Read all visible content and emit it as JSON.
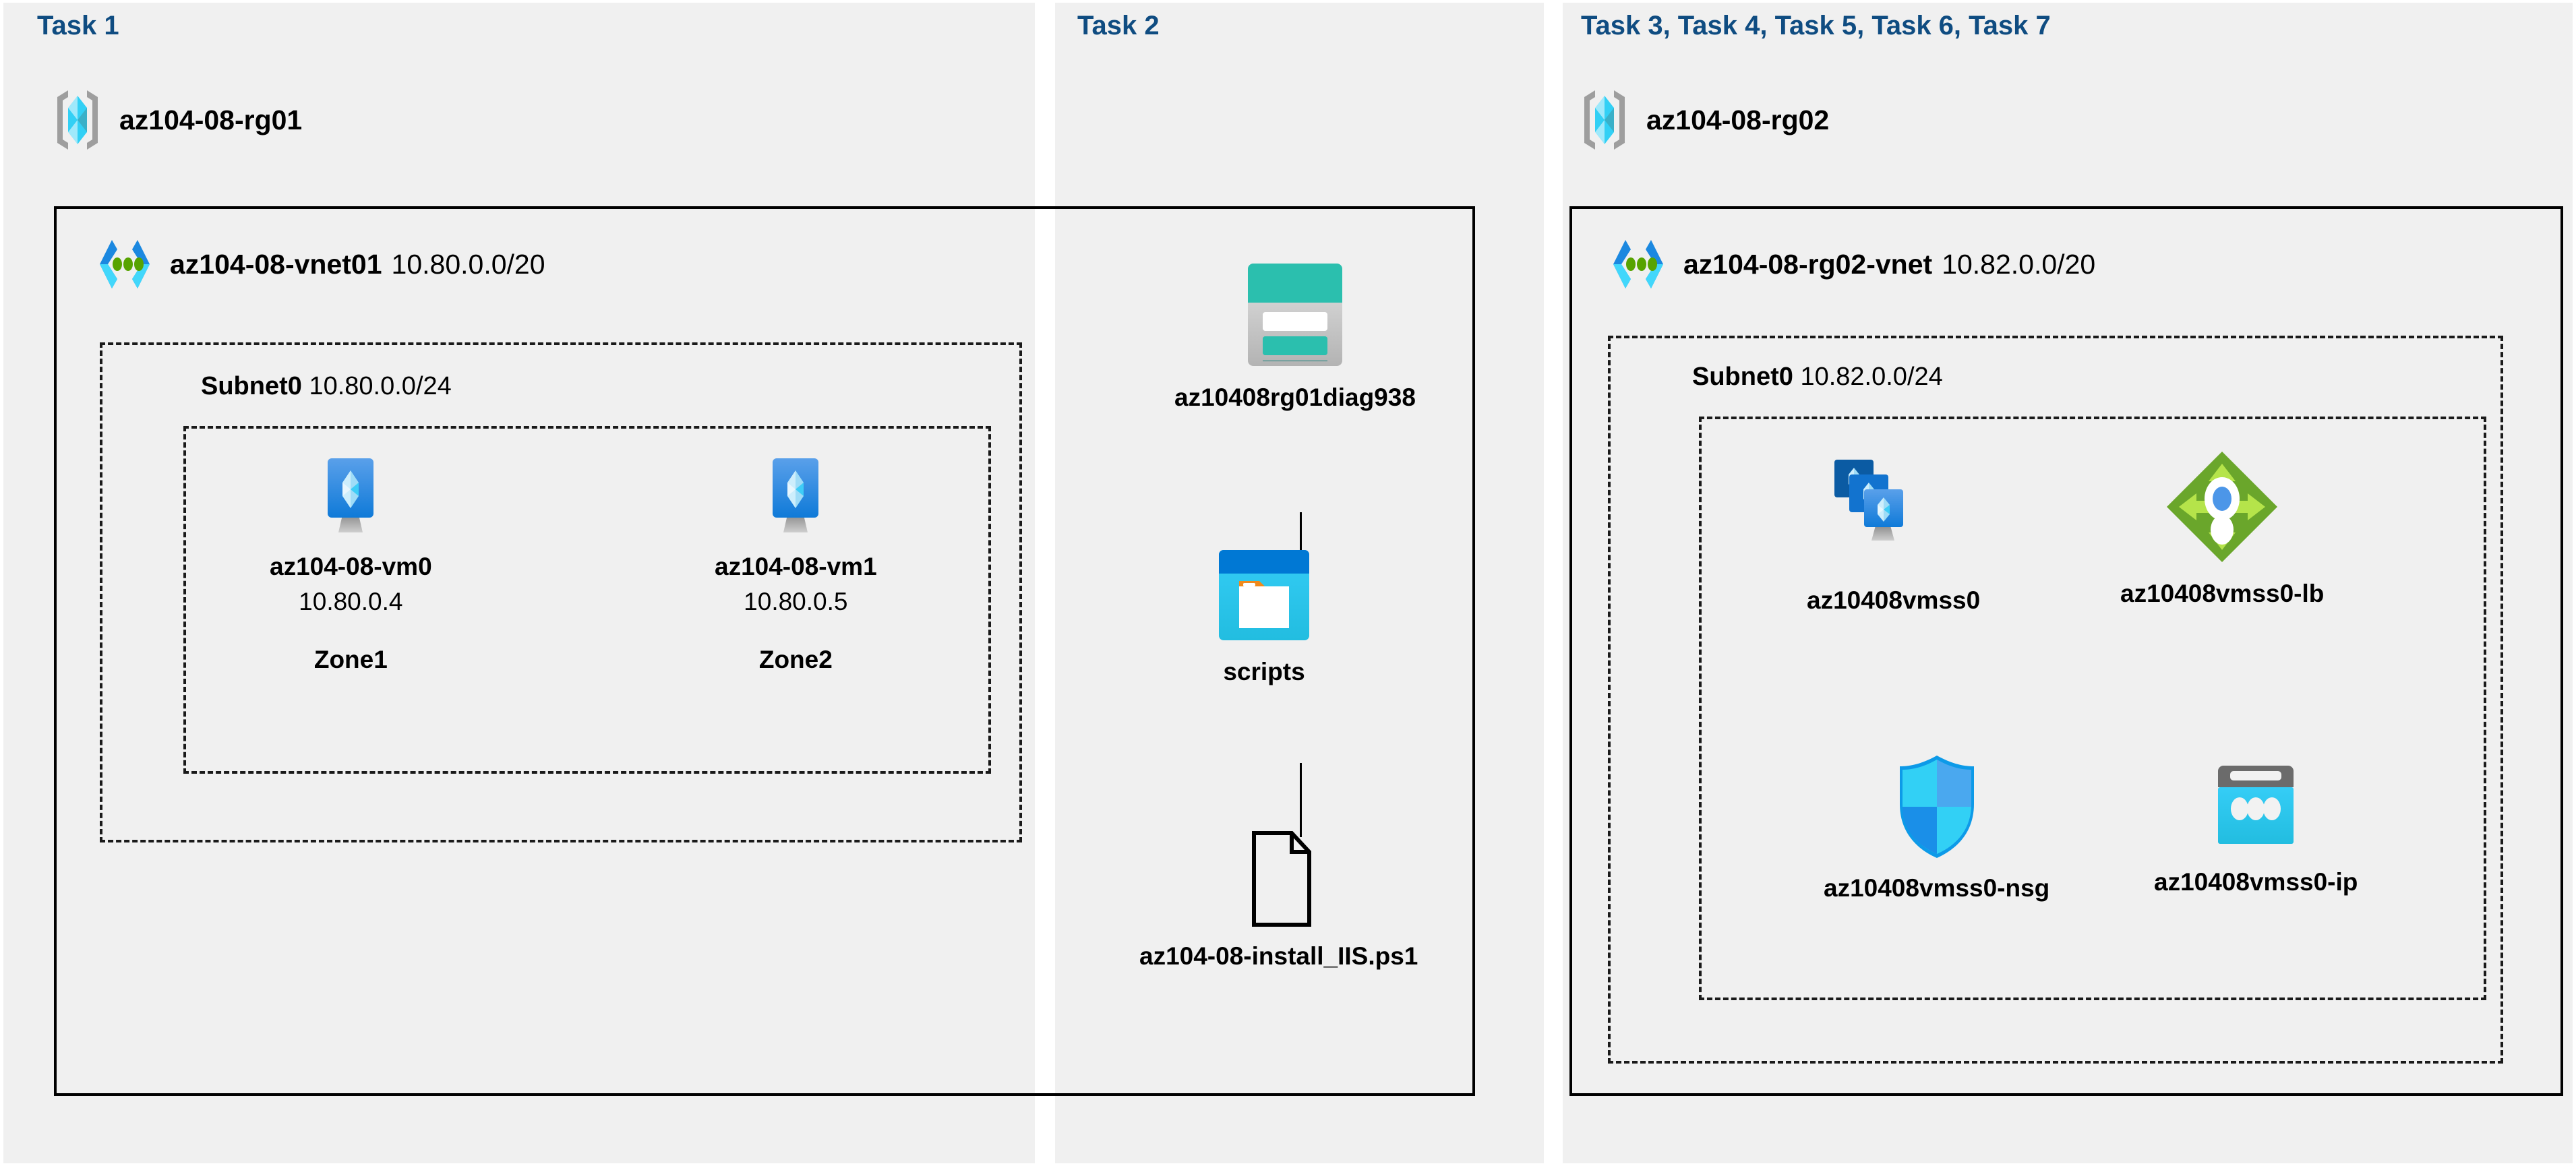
{
  "tasks": {
    "left_title": "Task 1",
    "mid_title": "Task 2",
    "right_title": "Task 3, Task 4, Task 5, Task 6, Task 7"
  },
  "colors": {
    "panel_background": "#f0f0f0",
    "task_title": "#0f4c81",
    "border": "#000000",
    "vm_blue": "#2f7fd8",
    "vmss_dark": "#0b5ba3",
    "storage_teal": "#2bbfae",
    "blob_blue": "#0078d4",
    "blob_cyan": "#32c5f4",
    "lb_green": "#6aa62b",
    "nsg_cyan": "#32d0f5",
    "ip_cyan": "#32c5e8",
    "rg_bracket_gray": "#9e9e9e"
  },
  "left": {
    "resource_group": {
      "icon": "resource-group-icon",
      "label": "az104-08-rg01"
    },
    "vnet": {
      "icon": "virtual-network-icon",
      "name": "az104-08-vnet01",
      "cidr": "10.80.0.0/20"
    },
    "subnet": {
      "name": "Subnet0",
      "cidr": "10.80.0.0/24"
    },
    "vms": [
      {
        "icon": "virtual-machine-icon",
        "name": "az104-08-vm0",
        "ip": "10.80.0.4",
        "zone": "Zone1"
      },
      {
        "icon": "virtual-machine-icon",
        "name": "az104-08-vm1",
        "ip": "10.80.0.5",
        "zone": "Zone2"
      }
    ]
  },
  "middle": {
    "storage_account": {
      "icon": "storage-account-icon",
      "label": "az10408rg01diag938"
    },
    "container": {
      "icon": "blob-container-icon",
      "label": "scripts"
    },
    "file": {
      "icon": "file-icon",
      "label": "az104-08-install_IIS.ps1"
    }
  },
  "right": {
    "resource_group": {
      "icon": "resource-group-icon",
      "label": "az104-08-rg02"
    },
    "vnet": {
      "icon": "virtual-network-icon",
      "name": "az104-08-rg02-vnet",
      "cidr": "10.82.0.0/20"
    },
    "subnet": {
      "name": "Subnet0",
      "cidr": "10.82.0.0/24"
    },
    "resources": [
      {
        "icon": "vm-scale-set-icon",
        "label": "az10408vmss0"
      },
      {
        "icon": "load-balancer-icon",
        "label": "az10408vmss0-lb"
      },
      {
        "icon": "network-security-group-icon",
        "label": "az10408vmss0-nsg"
      },
      {
        "icon": "public-ip-address-icon",
        "label": "az10408vmss0-ip"
      }
    ]
  }
}
